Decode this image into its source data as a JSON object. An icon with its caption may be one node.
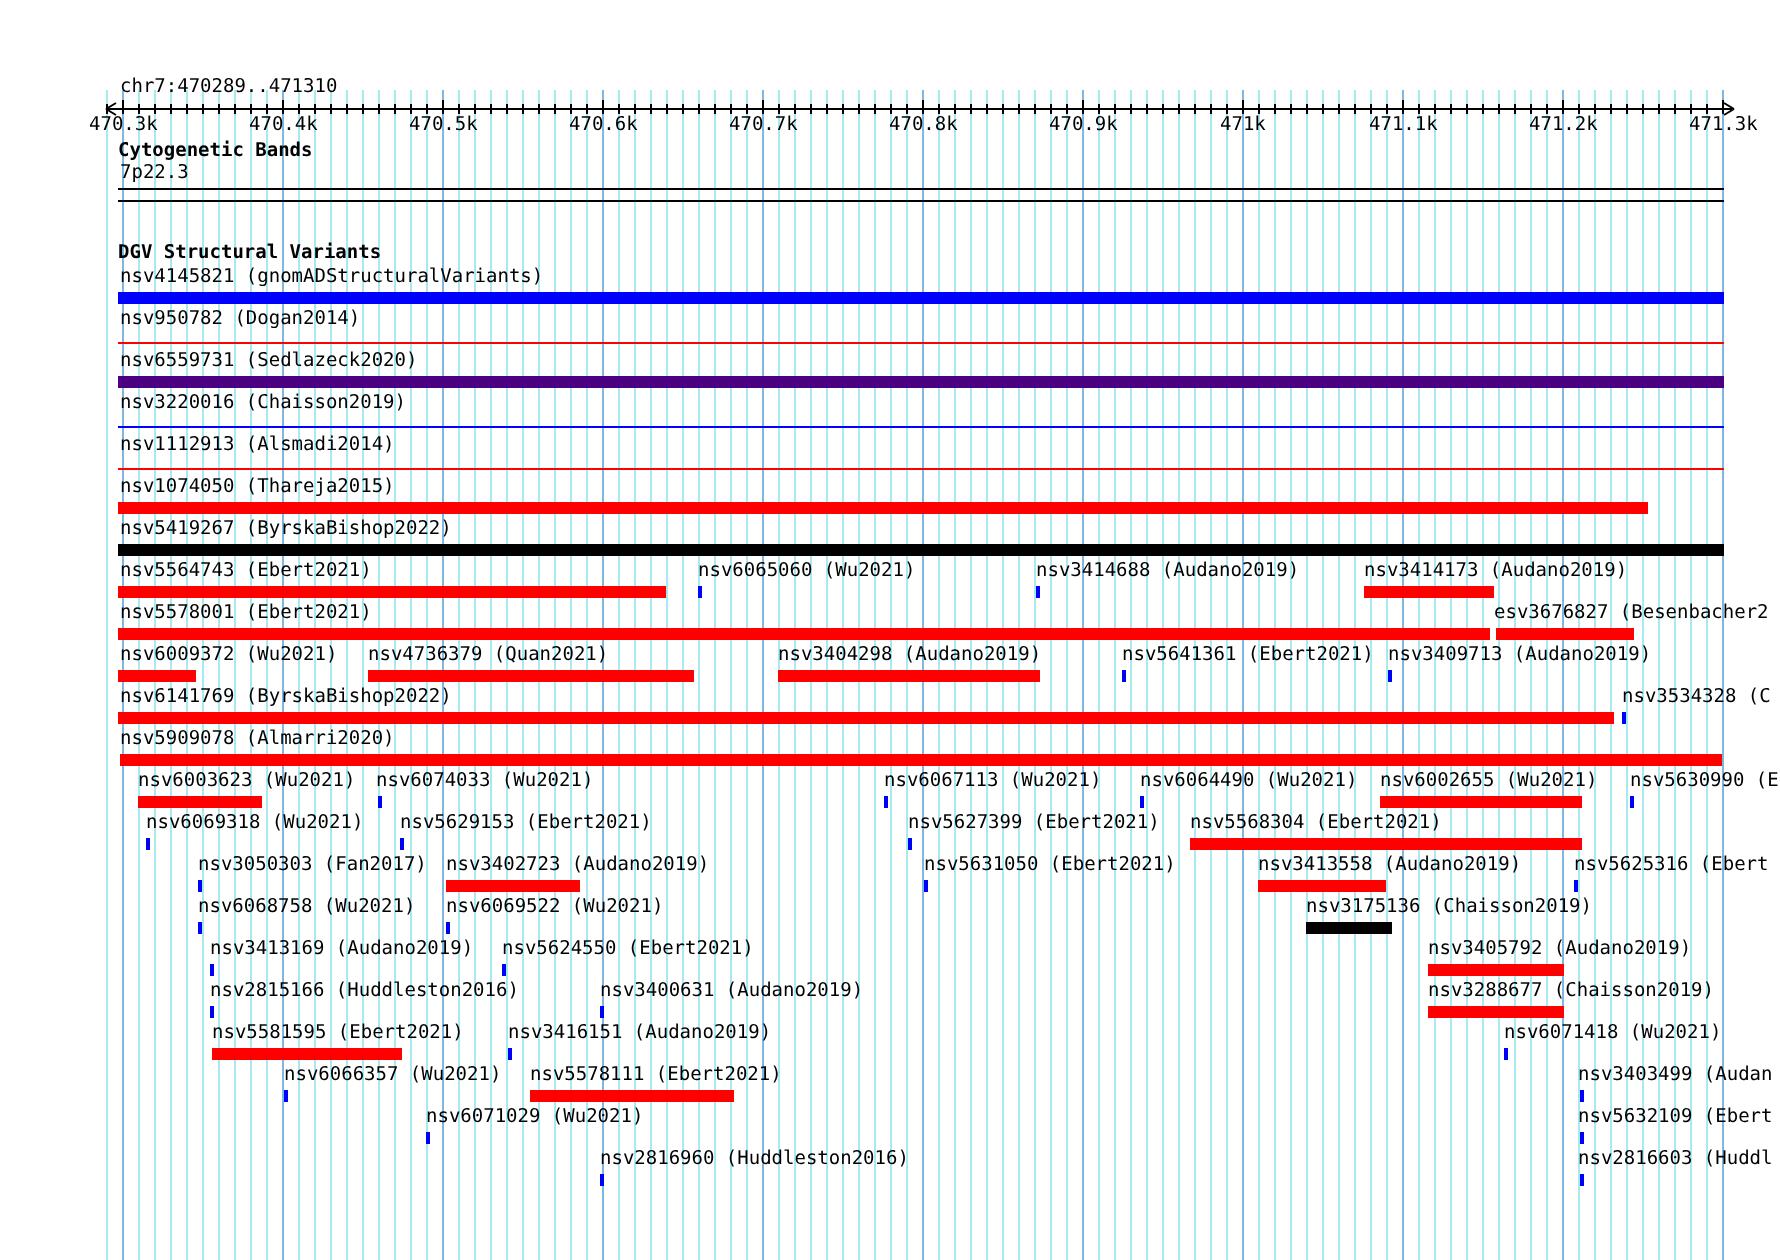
{
  "diagram": {
    "labels": [
      "chr7:470289..471310",
      "470.3k",
      "470.4k",
      "470.5k",
      "470.6k",
      "470.7k",
      "470.8k",
      "470.9k",
      "471k",
      "471.1k",
      "471.2k",
      "471.3k",
      "Cytogenetic Bands",
      "7p22.3",
      "DGV Structural Variants",
      "nsv4145821 (gnomADStructuralVariants)",
      "nsv950782 (Dogan2014)",
      "nsv6559731 (Sedlazeck2020)",
      "nsv3220016 (Chaisson2019)",
      "nsv1112913 (Alsmadi2014)",
      "nsv1074050 (Thareja2015)",
      "nsv5419267 (ByrskaBishop2022)",
      "nsv5564743 (Ebert2021)",
      "nsv6065060 (Wu2021)",
      "nsv3414688 (Audano2019)",
      "nsv3414173 (Audano2019)",
      "nsv5578001 (Ebert2021)",
      "esv3676827 (Besenbacher2",
      "nsv6009372 (Wu2021)",
      "nsv4736379 (Quan2021)",
      "nsv3404298 (Audano2019)",
      "nsv5641361 (Ebert2021)",
      "nsv3409713 (Audano2019)",
      "nsv6141769 (ByrskaBishop2022)",
      "nsv3534328 (C",
      "nsv5909078 (Almarri2020)",
      "nsv6003623 (Wu2021)",
      "nsv6074033 (Wu2021)",
      "nsv6067113 (Wu2021)",
      "nsv6064490 (Wu2021)",
      "nsv6002655 (Wu2021)",
      "nsv5630990 (E",
      "nsv6069318 (Wu2021)",
      "nsv5629153 (Ebert2021)",
      "nsv5627399 (Ebert2021)",
      "nsv5568304 (Ebert2021)",
      "nsv3050303 (Fan2017)",
      "nsv3402723 (Audano2019)",
      "nsv5631050 (Ebert2021)",
      "nsv3413558 (Audano2019)",
      "nsv5625316 (Ebert",
      "nsv6068758 (Wu2021)",
      "nsv6069522 (Wu2021)",
      "nsv3175136 (Chaisson2019)",
      "nsv3413169 (Audano2019)",
      "nsv5624550 (Ebert2021)",
      "nsv3405792 (Audano2019)",
      "nsv2815166 (Huddleston2016)",
      "nsv3400631 (Audano2019)",
      "nsv3288677 (Chaisson2019)",
      "nsv5581595 (Ebert2021)",
      "nsv3416151 (Audano2019)",
      "nsv6071418 (Wu2021)",
      "nsv6066357 (Wu2021)",
      "nsv5578111 (Ebert2021)",
      "nsv3403499 (Audan",
      "nsv6071029 (Wu2021)",
      "nsv5632109 (Ebert",
      "nsv2816960 (Huddleston2016)",
      "nsv2816603 (Huddl"
    ]
  }
}
